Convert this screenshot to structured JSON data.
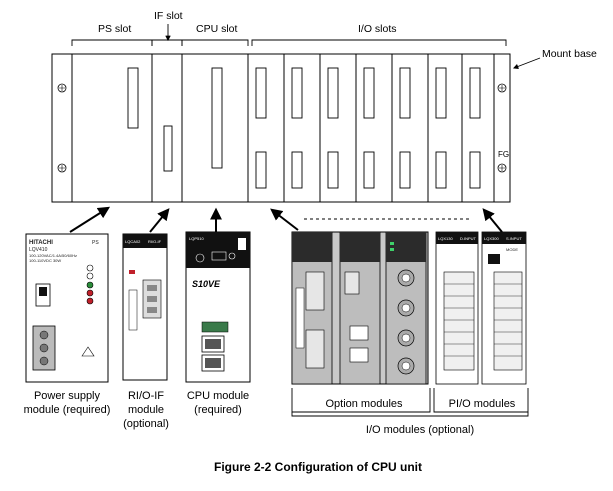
{
  "labels": {
    "ps_slot": "PS slot",
    "if_slot": "IF slot",
    "cpu_slot": "CPU slot",
    "io_slots": "I/O slots",
    "mount_base": "Mount base",
    "fg": "FG"
  },
  "modules": {
    "power_line1": "Power supply",
    "power_line2": "module (required)",
    "rio_line1": "RI/O-IF",
    "rio_line2": "module",
    "rio_line3": "(optional)",
    "cpu_line1": "CPU module",
    "cpu_line2": "(required)",
    "option_modules": "Option modules",
    "pio_modules": "PI/O modules",
    "io_modules": "I/O modules (optional)"
  },
  "module_marks": {
    "ps_brand": "HITACHI",
    "ps_tag": "PS",
    "ps_model": "LQV410",
    "ps_spec1": "100-120VAC/1.4A/50/60Hz",
    "ps_spec2": "100-110VDC 30W",
    "rio_brand": "LQCA02",
    "rio_tag": "RI/O-IF",
    "cpu_brand": "LQP510",
    "cpu_face": "S10VE",
    "pio1_brand": "LQX130",
    "pio1_tag": "D.INPUT",
    "pio2_brand": "LQX300",
    "pio2_tag": "S.INPUT",
    "pio2_mode": "MODE"
  },
  "caption": "Figure 2-2 Configuration of CPU unit"
}
